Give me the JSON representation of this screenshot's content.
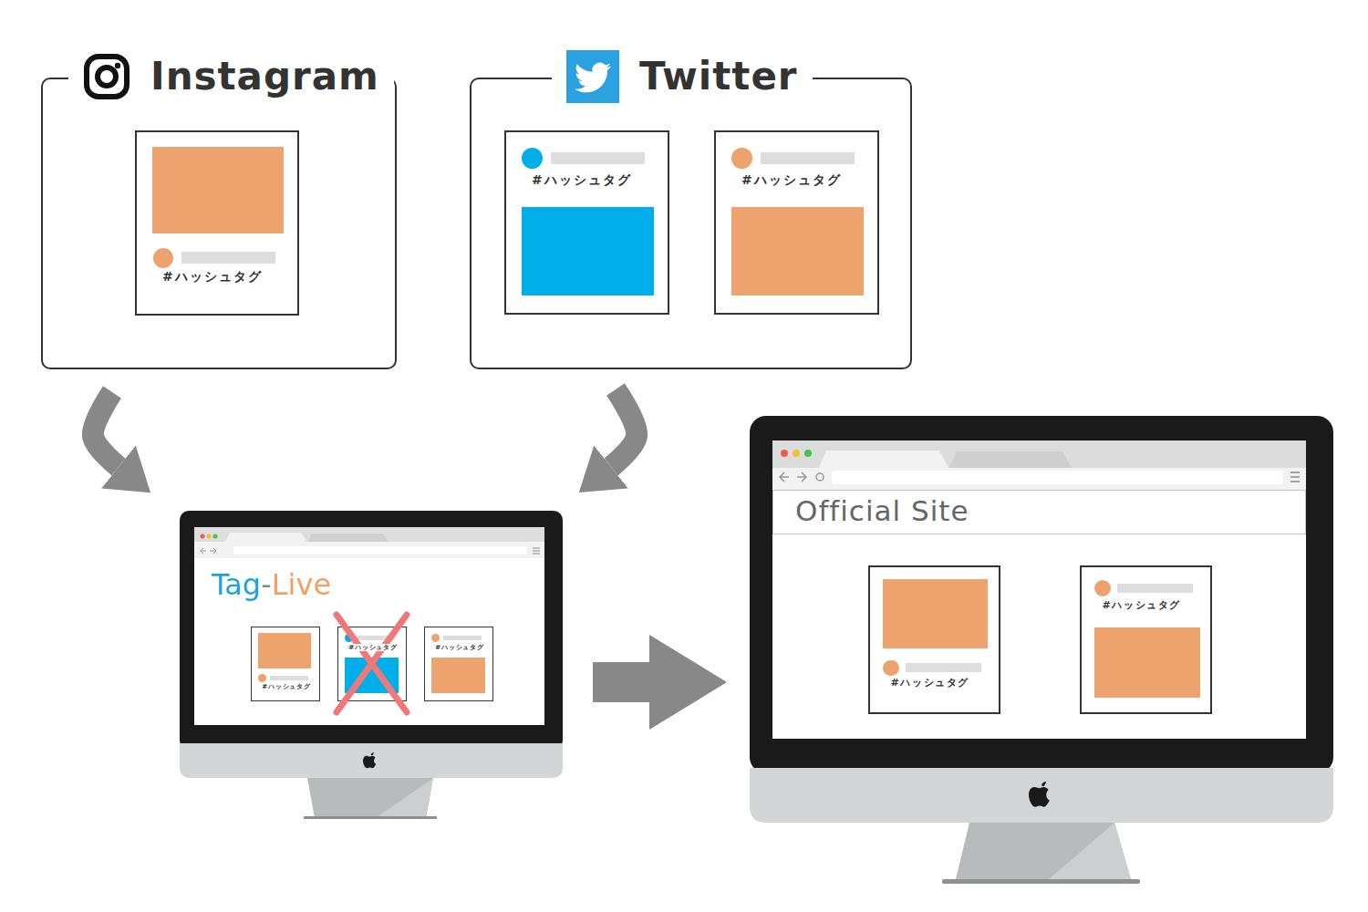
{
  "diagram": {
    "nodes": [
      {
        "text": [
          "Instagram"
        ]
      },
      {
        "text": [
          "#ハッシュタグ"
        ],
        "in": 0
      },
      {
        "text": [
          "Twitter"
        ]
      },
      {
        "text": [
          "#ハッシュタグ"
        ],
        "in": 2
      },
      {
        "text": [
          "#ハッシュタグ"
        ],
        "in": 2
      },
      {
        "text": [
          "Tag-Live"
        ]
      },
      {
        "text": [
          "#ハッシュタグ"
        ],
        "in": 5
      },
      {
        "text": [
          "#ハッシュタグ"
        ],
        "in": 5
      },
      {
        "text": [
          "#ハッシュタグ"
        ],
        "in": 5
      },
      {
        "text": [
          "Official Site"
        ]
      },
      {
        "text": [
          "#ハッシュタグ"
        ],
        "in": 9
      },
      {
        "text": [
          "#ハッシュタグ"
        ],
        "in": 9
      }
    ],
    "edges": [
      {
        "from": 0,
        "to": 5,
        "arrow": "to"
      },
      {
        "from": 2,
        "to": 5,
        "arrow": "to"
      },
      {
        "from": 5,
        "to": 9,
        "arrow": "to"
      }
    ]
  }
}
